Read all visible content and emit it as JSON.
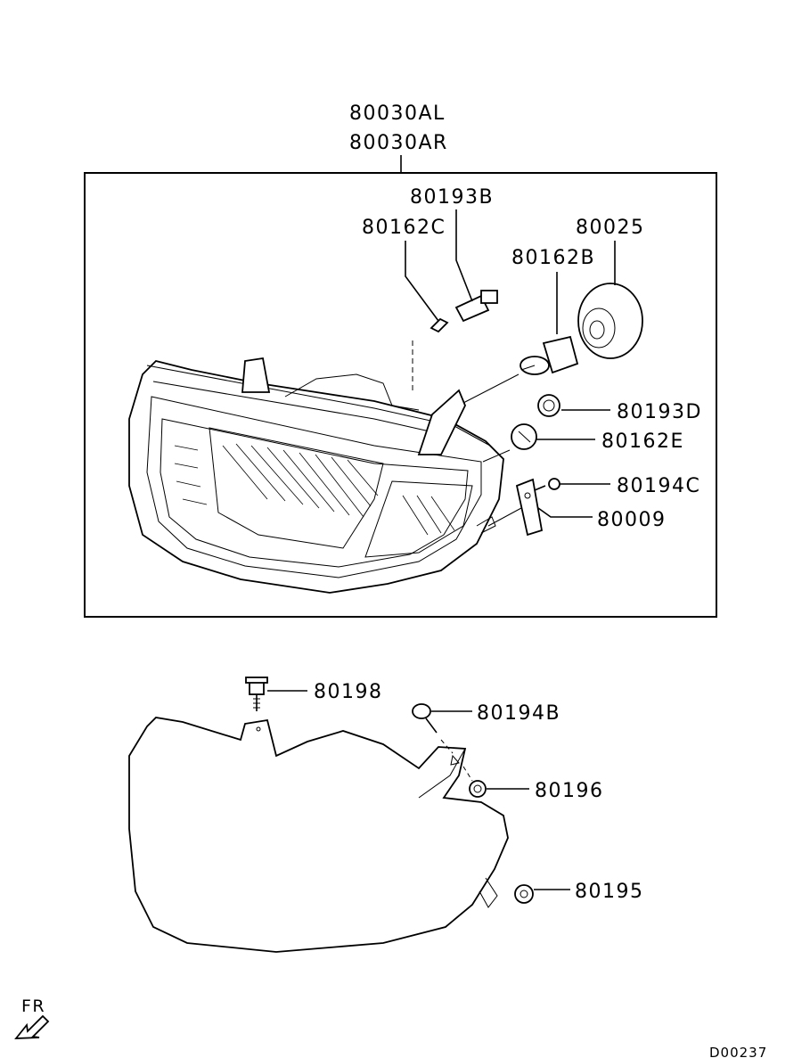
{
  "assembly": {
    "part_numbers": [
      "80030AL",
      "80030AR"
    ]
  },
  "callouts": {
    "p80193B": "80193B",
    "p80162C": "80162C",
    "p80025": "80025",
    "p80162B": "80162B",
    "p80193D": "80193D",
    "p80162E": "80162E",
    "p80194C": "80194C",
    "p80009": "80009",
    "p80198": "80198",
    "p80194B": "80194B",
    "p80196": "80196",
    "p80195": "80195"
  },
  "orientation": {
    "label": "FR"
  },
  "drawing_code": "D00237"
}
